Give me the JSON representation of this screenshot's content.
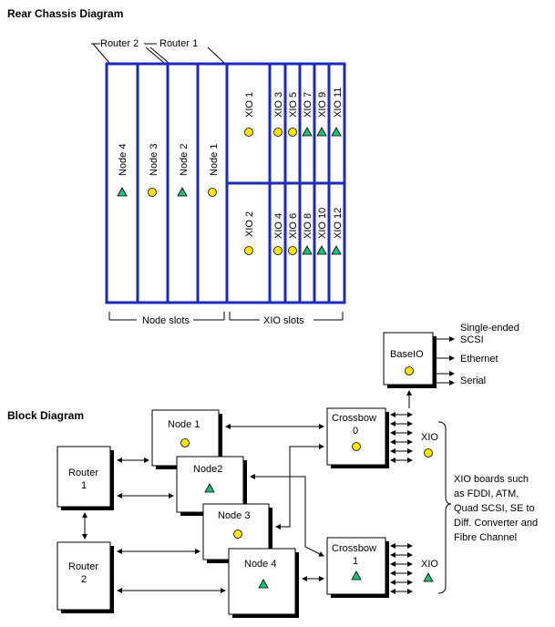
{
  "rear": {
    "title": "Rear Chassis Diagram",
    "router2": "Router 2",
    "router1": "Router 1",
    "nodes": [
      "Node 4",
      "Node 3",
      "Node 2",
      "Node 1"
    ],
    "xio_top": [
      "XIO 1",
      "XIO 3",
      "XIO 5",
      "XIO 7",
      "XIO 9",
      "XIO 11"
    ],
    "xio_bottom": [
      "XIO 2",
      "XIO 4",
      "XIO 6",
      "XIO 8",
      "XIO 10",
      "XIO 12"
    ],
    "node_slots": "Node slots",
    "xio_slots": "XIO slots"
  },
  "block": {
    "title": "Block Diagram",
    "router1_line1": "Router",
    "router1_line2": "1",
    "router2_line1": "Router",
    "router2_line2": "2",
    "node1": "Node 1",
    "node2": "Node2",
    "node3": "Node 3",
    "node4": "Node 4",
    "crossbow0_line1": "Crossbow",
    "crossbow0_line2": "0",
    "crossbow1_line1": "Crossbow",
    "crossbow1_line2": "1",
    "baseio": "BaseIO",
    "io_scsi_line1": "Single-ended",
    "io_scsi_line2": "SCSI",
    "io_ethernet": "Ethernet",
    "io_serial": "Serial",
    "xio_top": "XIO",
    "xio_bottom": "XIO",
    "xio_note": [
      "XIO boards such",
      "as FDDI, ATM,",
      "Quad SCSI, SE to",
      "Diff. Converter and",
      "Fibre Channel"
    ]
  },
  "colors": {
    "slot_border": "#1f2bb8",
    "circle": "#ffe600",
    "triangle": "#1fbf7a"
  }
}
